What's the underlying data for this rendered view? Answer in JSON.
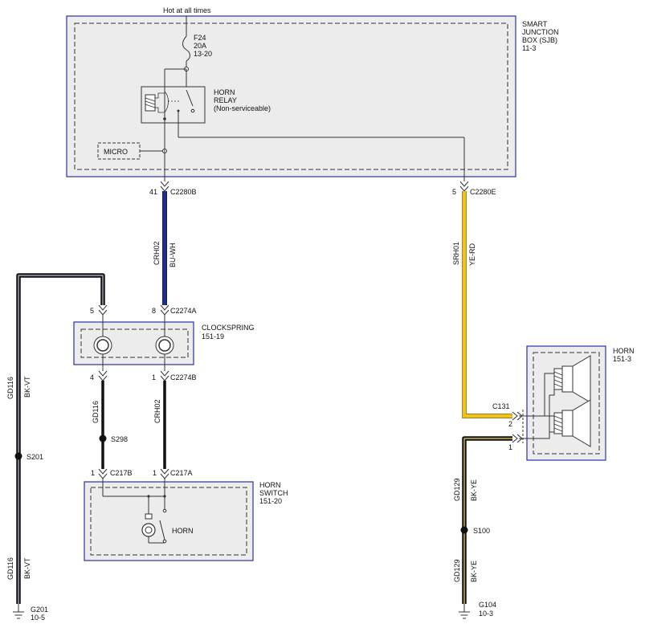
{
  "colors": {
    "box_fill": "#ececec",
    "box_border": "#2b2fa8",
    "dashed": "#333333",
    "wire_blue": "#1f2f9a",
    "wire_yellow": "#f2c21b",
    "wire_black": "#111111",
    "thin_line": "#333333"
  },
  "sjb": {
    "supply": "Hot at all times",
    "fuse_name": "F24",
    "fuse_rating": "20A",
    "fuse_ref": "13-20",
    "relay_label_1": "HORN",
    "relay_label_2": "RELAY",
    "relay_note": "(Non-serviceable)",
    "micro_label": "MICRO",
    "title_1": "SMART",
    "title_2": "JUNCTION",
    "title_3": "BOX (SJB)",
    "ref": "11-3"
  },
  "connectors": {
    "c2280b_pin": "41",
    "c2280b": "C2280B",
    "c2280e_pin": "5",
    "c2280e": "C2280E",
    "c2274a_pin_left": "5",
    "c2274a_pin_right": "8",
    "c2274a": "C2274A",
    "c2274b_pin_left": "4",
    "c2274b_pin_right": "1",
    "c2274b": "C2274B",
    "c217b_pin": "1",
    "c217b": "C217B",
    "c217a_pin": "1",
    "c217a": "C217A",
    "c131": "C131",
    "c131_pin_2": "2",
    "c131_pin_1": "1"
  },
  "wires": {
    "crh02_upper_circuit": "CRH02",
    "crh02_upper_color": "BU-WH",
    "srh01_circuit": "SRH01",
    "srh01_color": "YE-RD",
    "gd116_left_upper_circuit": "GD116",
    "gd116_left_upper_color": "BK-VT",
    "gd116_left_lower_circuit": "GD116",
    "gd116_left_lower_color": "BK-VT",
    "gd116_mid_circuit": "GD116",
    "crh02_lower_circuit": "CRH02",
    "gd129_upper_circuit": "GD129",
    "gd129_upper_color": "BK-YE",
    "gd129_lower_circuit": "GD129",
    "gd129_lower_color": "BK-YE"
  },
  "splices": {
    "s201": "S201",
    "s298": "S298",
    "s100": "S100"
  },
  "grounds": {
    "g201": "G201",
    "g201_ref": "10-5",
    "g104": "G104",
    "g104_ref": "10-3"
  },
  "clockspring": {
    "title": "CLOCKSPRING",
    "ref": "151-19"
  },
  "horn_switch": {
    "title_1": "HORN",
    "title_2": "SWITCH",
    "ref": "151-20",
    "inner_label": "HORN"
  },
  "horn": {
    "title": "HORN",
    "ref": "151-3"
  }
}
